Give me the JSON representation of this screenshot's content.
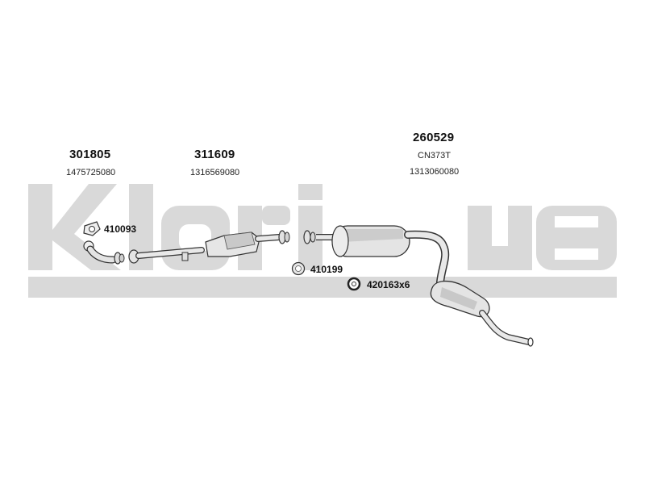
{
  "watermark": {
    "text": "Klarius",
    "color": "#d6d6d6"
  },
  "groups": [
    {
      "part_number": "301805",
      "oem_code": "1475725080"
    },
    {
      "part_number": "311609",
      "oem_code": "1316569080"
    },
    {
      "part_number": "260529",
      "sub_code": "CN373T",
      "oem_code": "1313060080"
    }
  ],
  "accessories": [
    {
      "code": "410093",
      "icon": "gasket-icon"
    },
    {
      "code": "410199",
      "icon": "ring-gasket-icon"
    },
    {
      "code": "420163x6",
      "icon": "rubber-mount-icon"
    }
  ],
  "colors": {
    "line": "#333333",
    "part_fill": "#e8e8e8",
    "shade": "#b8b8b8"
  }
}
